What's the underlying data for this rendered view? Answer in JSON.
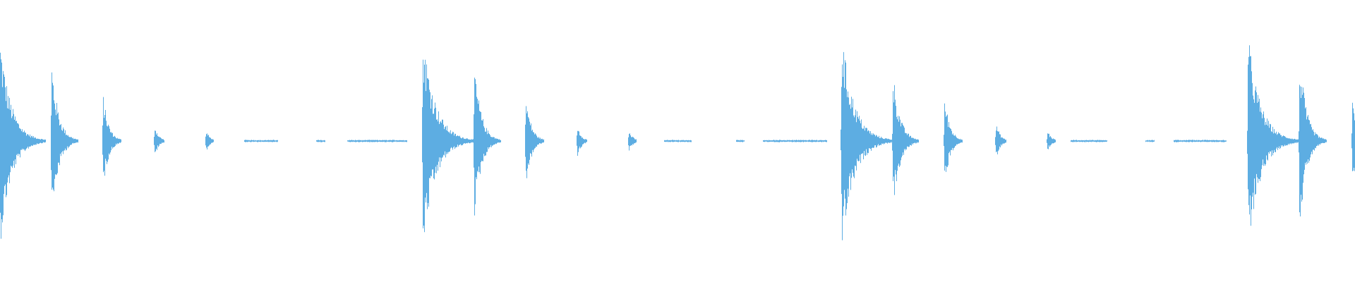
{
  "waveform": {
    "color": "#5dade2",
    "background": "#ffffff",
    "bursts": [
      {
        "t": 0.0,
        "peak": 0.78,
        "decay": 0.008
      },
      {
        "t": 0.038,
        "peak": 0.6,
        "decay": 0.005
      },
      {
        "t": 0.076,
        "peak": 0.35,
        "decay": 0.004
      },
      {
        "t": 0.114,
        "peak": 0.12,
        "decay": 0.003
      },
      {
        "t": 0.152,
        "peak": 0.08,
        "decay": 0.003
      },
      {
        "t": 0.312,
        "peak": 0.82,
        "decay": 0.009
      },
      {
        "t": 0.35,
        "peak": 0.58,
        "decay": 0.005
      },
      {
        "t": 0.388,
        "peak": 0.34,
        "decay": 0.004
      },
      {
        "t": 0.426,
        "peak": 0.12,
        "decay": 0.003
      },
      {
        "t": 0.464,
        "peak": 0.08,
        "decay": 0.003
      },
      {
        "t": 0.621,
        "peak": 0.82,
        "decay": 0.009
      },
      {
        "t": 0.659,
        "peak": 0.52,
        "decay": 0.005
      },
      {
        "t": 0.697,
        "peak": 0.34,
        "decay": 0.004
      },
      {
        "t": 0.735,
        "peak": 0.14,
        "decay": 0.003
      },
      {
        "t": 0.773,
        "peak": 0.08,
        "decay": 0.003
      },
      {
        "t": 0.921,
        "peak": 0.8,
        "decay": 0.009
      },
      {
        "t": 0.959,
        "peak": 0.66,
        "decay": 0.005
      },
      {
        "t": 0.998,
        "peak": 0.38,
        "decay": 0.004
      }
    ],
    "faint_segments": [
      [
        0.18,
        0.205
      ],
      [
        0.233,
        0.24
      ],
      [
        0.256,
        0.3
      ],
      [
        0.49,
        0.51
      ],
      [
        0.543,
        0.549
      ],
      [
        0.563,
        0.61
      ],
      [
        0.79,
        0.817
      ],
      [
        0.845,
        0.852
      ],
      [
        0.866,
        0.905
      ]
    ]
  }
}
